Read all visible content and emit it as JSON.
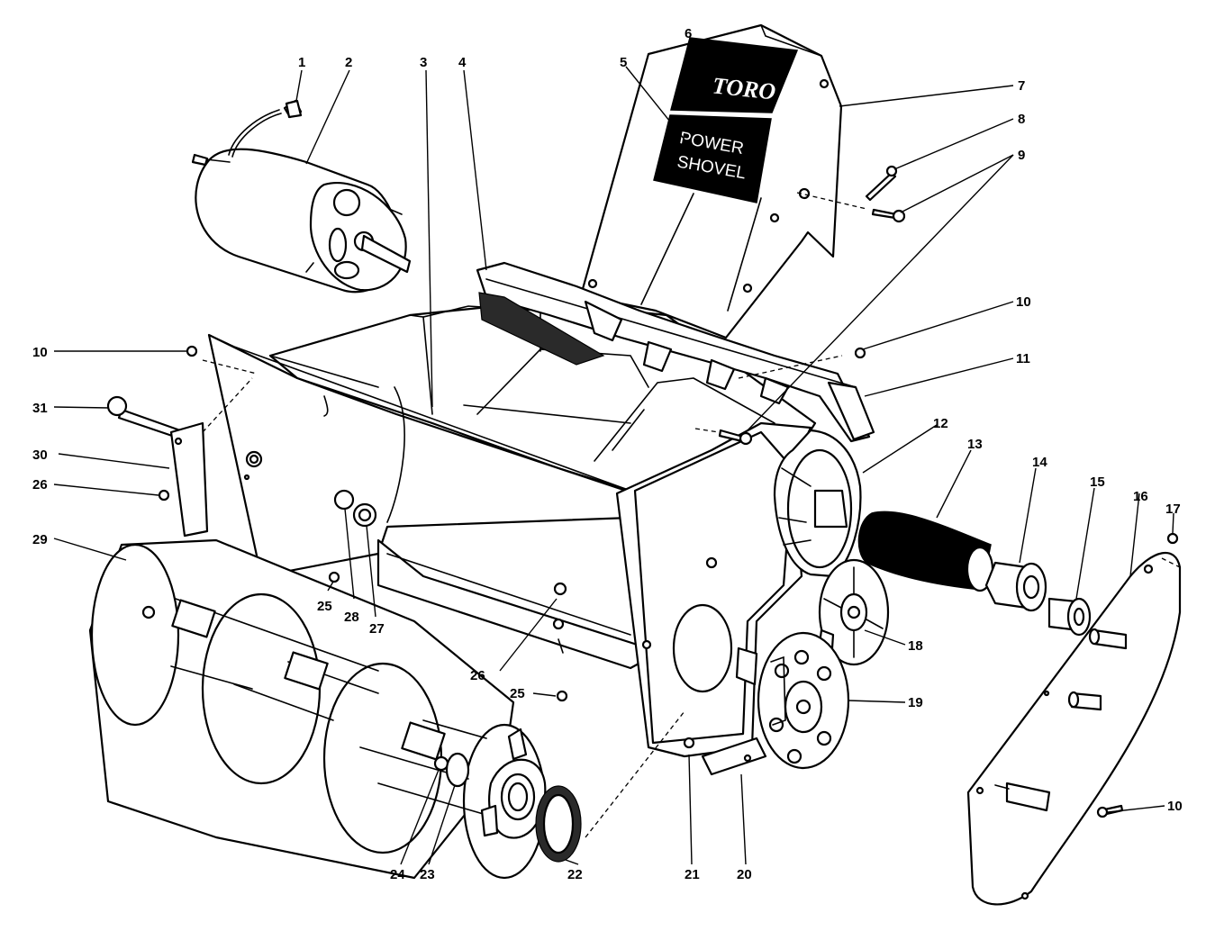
{
  "decal": {
    "brand": "TORO",
    "product_line1": "POWER",
    "product_line2": "SHOVEL"
  },
  "callouts": {
    "n1": "1",
    "n2": "2",
    "n3": "3",
    "n4": "4",
    "n5": "5",
    "n6": "6",
    "n7": "7",
    "n8": "8",
    "n9": "9",
    "n10a": "10",
    "n10b": "10",
    "n10c": "10",
    "n11": "11",
    "n12": "12",
    "n13": "13",
    "n14": "14",
    "n15": "15",
    "n16": "16",
    "n17": "17",
    "n18": "18",
    "n19": "19",
    "n20": "20",
    "n21": "21",
    "n22": "22",
    "n23": "23",
    "n24": "24",
    "n25a": "25",
    "n25b": "25",
    "n26a": "26",
    "n26b": "26",
    "n27": "27",
    "n28": "28",
    "n29": "29",
    "n30": "30",
    "n31": "31"
  },
  "colors": {
    "ink": "#000000",
    "paper": "#ffffff"
  }
}
